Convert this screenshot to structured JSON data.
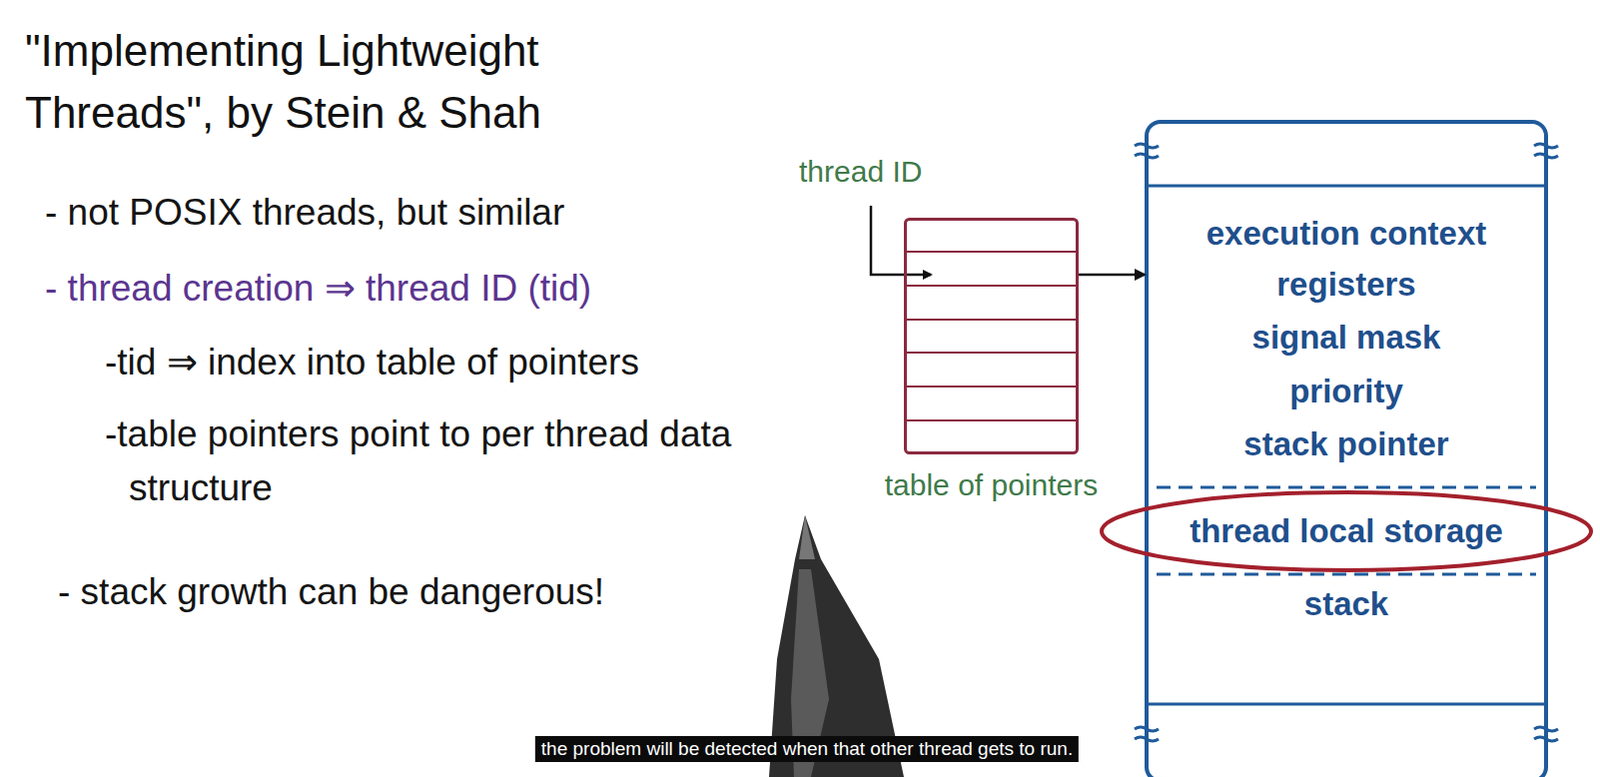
{
  "diagram": {
    "title": "\"Implementing Lightweight Threads\", by Stein & Shah",
    "caption": "the problem will be detected when that other thread gets to run.",
    "nodes": [
      {
        "text": [
          "table of pointers"
        ]
      },
      {
        "text": [
          "execution context",
          "registers",
          "signal mask",
          "priority",
          "stack pointer",
          "stack"
        ]
      },
      {
        "text": [
          "thread local storage"
        ],
        "in": 1
      }
    ],
    "edges": [
      {
        "from": 0,
        "to": 1,
        "arrow": "to"
      }
    ],
    "labels": [
      "- not POSIX threads, but similar",
      "- thread creation ⇒ thread ID (tid)",
      "-tid ⇒ index into table of pointers",
      "-table pointers point to per thread data structure",
      "- stack growth can be dangerous!",
      "thread ID"
    ]
  }
}
